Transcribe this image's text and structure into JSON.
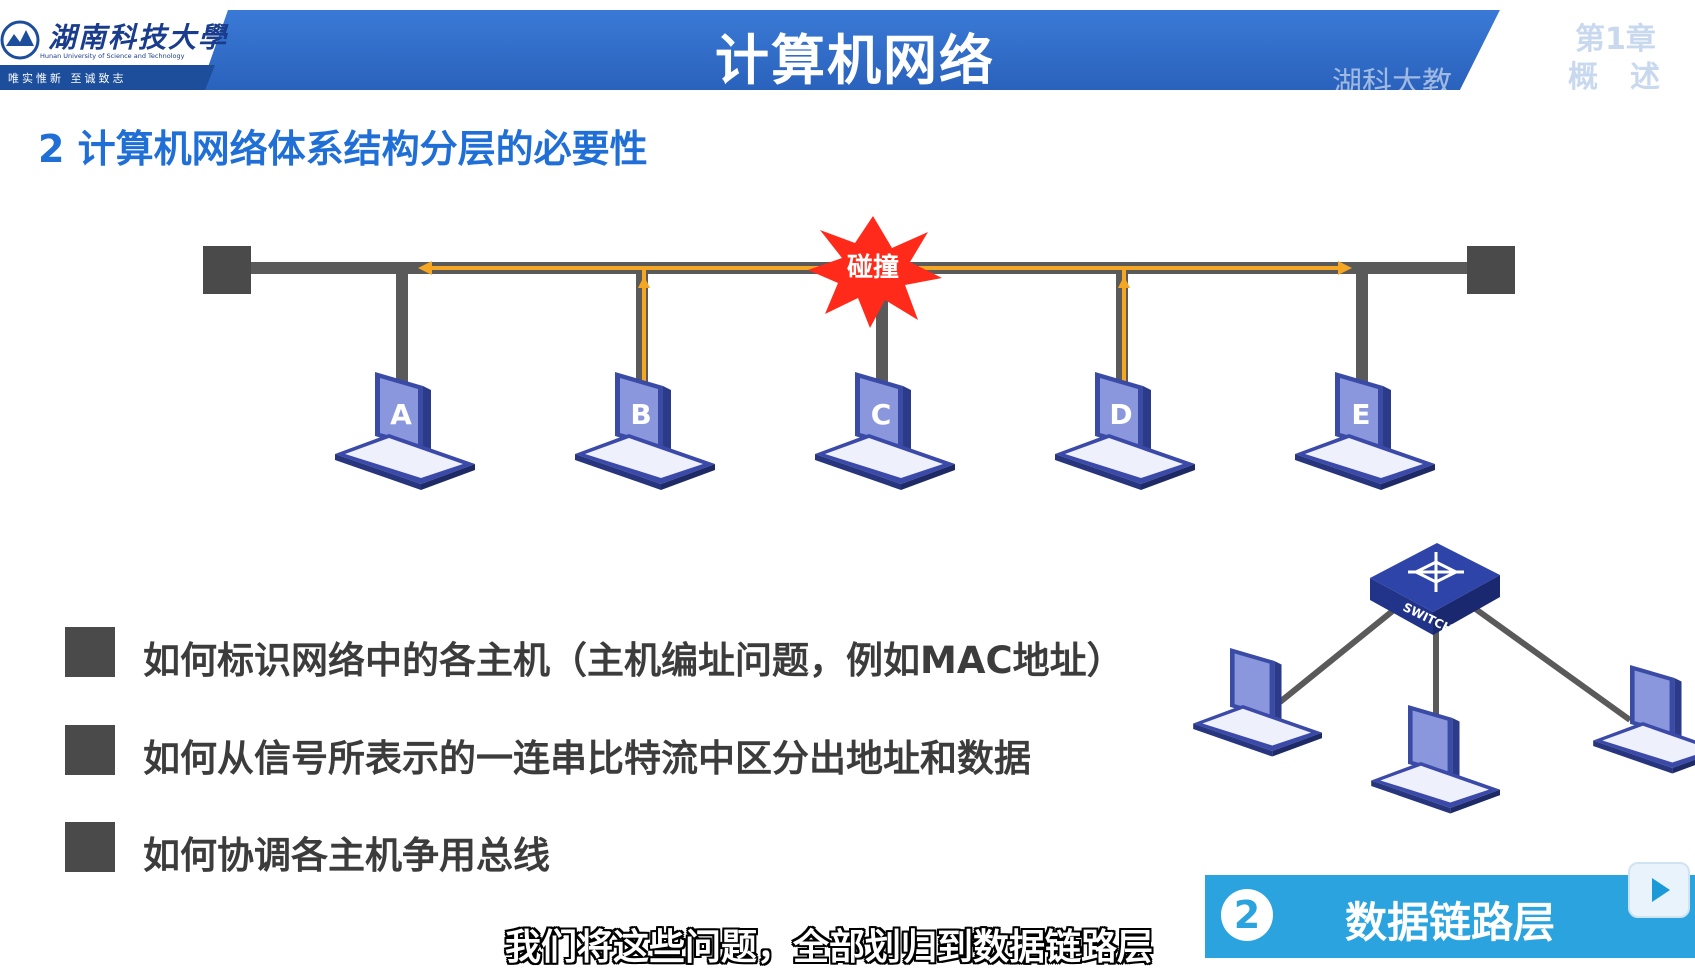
{
  "header": {
    "university_name": "湖南科技大學",
    "university_en": "Hunan University of Science and Technology",
    "motto": "唯实惟新  至诚致志",
    "course_title": "计算机网络",
    "watermark": "湖科大教",
    "chapter_number": "第1章",
    "chapter_name": "概述"
  },
  "section_title": "2 计算机网络体系结构分层的必要性",
  "bus_diagram": {
    "collision_label": "碰撞",
    "hosts": [
      "A",
      "B",
      "C",
      "D",
      "E"
    ]
  },
  "switch_label": "SWITCH",
  "bullets": [
    "如何标识网络中的各主机（主机编址问题，例如MAC地址）",
    "如何从信号所表示的一连串比特流中区分出地址和数据",
    "如何协调各主机争用总线"
  ],
  "banner": {
    "number": "2",
    "label": "数据链路层"
  },
  "subtitle": "我们将这些问题，全部划归到数据链路层",
  "colors": {
    "header_blue": "#2f6ec8",
    "title_blue": "#1f6fd6",
    "signal_orange": "#f5a623",
    "collision_red": "#ff2a1a",
    "banner_blue": "#2aa3df",
    "laptop_blue": "#3b4aa8"
  }
}
